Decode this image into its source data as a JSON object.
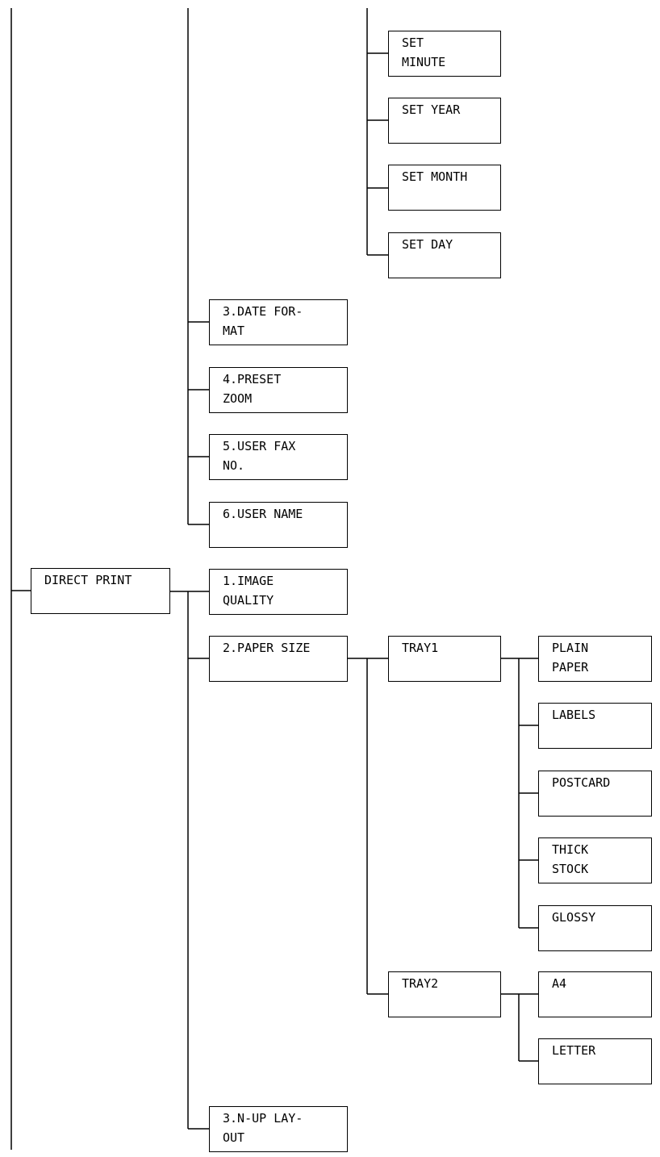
{
  "menu": {
    "set_minute": [
      "SET",
      "MINUTE"
    ],
    "set_year": [
      "SET YEAR"
    ],
    "set_month": [
      "SET MONTH"
    ],
    "set_day": [
      "SET DAY"
    ],
    "date_format": [
      "3.DATE FOR-",
      "MAT"
    ],
    "preset_zoom": [
      "4.PRESET",
      "ZOOM"
    ],
    "user_fax_no": [
      "5.USER FAX",
      "NO."
    ],
    "user_name": [
      "6.USER NAME"
    ],
    "direct_print": [
      "DIRECT PRINT"
    ],
    "image_quality": [
      "1.IMAGE",
      "QUALITY"
    ],
    "paper_size": [
      "2.PAPER SIZE"
    ],
    "tray1": [
      "TRAY1"
    ],
    "plain_paper": [
      "PLAIN",
      "PAPER"
    ],
    "labels": [
      "LABELS"
    ],
    "postcard": [
      "POSTCARD"
    ],
    "thick_stock": [
      "THICK",
      "STOCK"
    ],
    "glossy": [
      "GLOSSY"
    ],
    "tray2": [
      "TRAY2"
    ],
    "a4": [
      "A4"
    ],
    "letter": [
      "LETTER"
    ],
    "nup_layout": [
      "3.N-UP LAY-",
      "OUT"
    ]
  }
}
